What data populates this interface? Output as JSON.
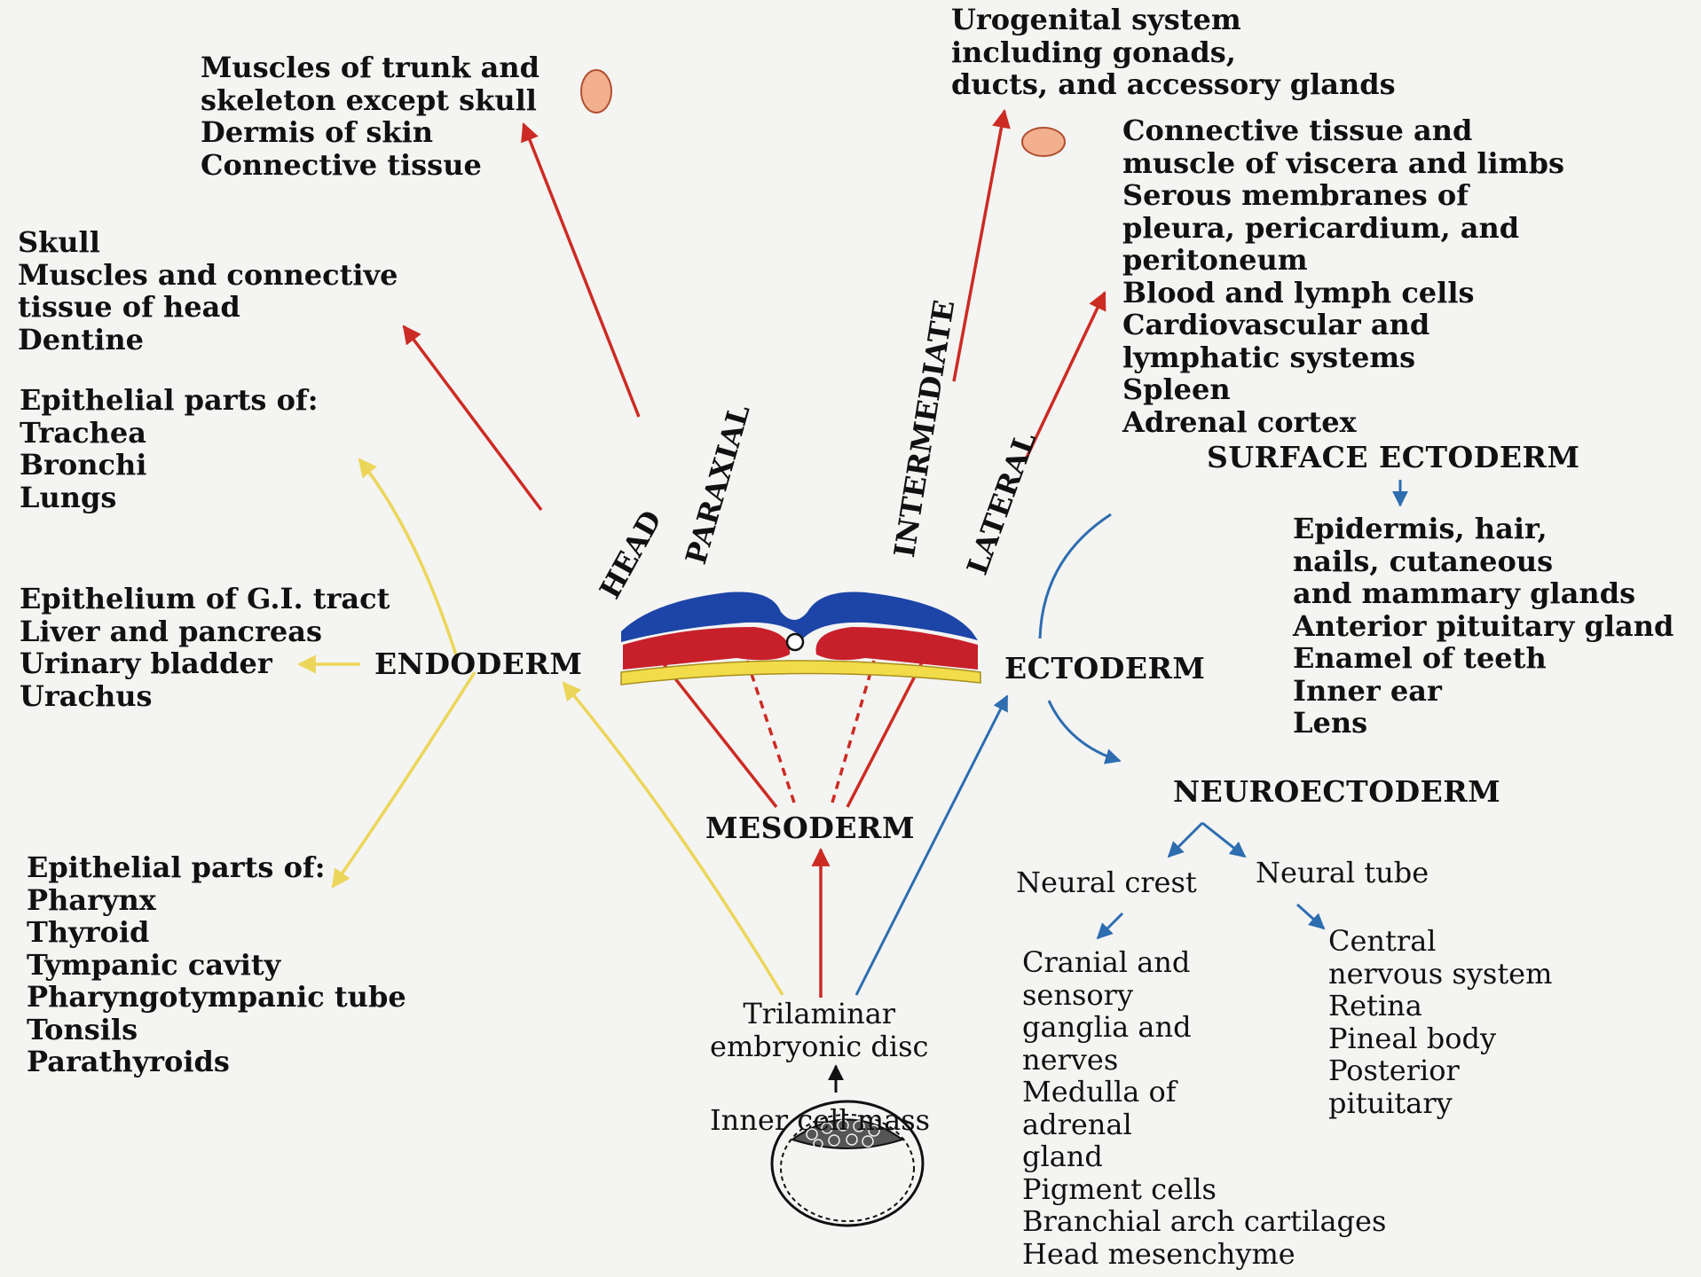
{
  "center": {
    "mesoderm": "MESODERM",
    "endoderm": "ENDODERM",
    "ectoderm": "ECTODERM",
    "trilaminar": [
      "Trilaminar",
      "embryonic disc"
    ],
    "inner_cell_mass": "Inner cell mass"
  },
  "mesoderm_branches": {
    "head": "HEAD",
    "paraxial": "PARAXIAL",
    "intermediate": "INTERMEDIATE",
    "lateral": "LATERAL"
  },
  "mesoderm_derivatives": {
    "head": [
      "Skull",
      "Muscles and connective",
      "tissue of head",
      "Dentine"
    ],
    "paraxial": [
      "Muscles of trunk and",
      "skeleton except skull",
      "Dermis of skin",
      "Connective tissue"
    ],
    "intermediate": [
      "Urogenital system",
      "including gonads,",
      "ducts, and accessory glands"
    ],
    "lateral": [
      "Connective tissue and",
      "muscle of viscera and limbs",
      "Serous membranes of",
      "pleura, pericardium, and",
      "peritoneum",
      "Blood and lymph cells",
      "Cardiovascular and",
      "lymphatic systems",
      "Spleen",
      "Adrenal cortex"
    ]
  },
  "endoderm_derivatives": {
    "respiratory": [
      "Epithelial parts of:",
      "Trachea",
      "Bronchi",
      "Lungs"
    ],
    "gi": [
      "Epithelium of G.I. tract",
      "Liver and pancreas",
      "Urinary bladder",
      "Urachus"
    ],
    "pharyngeal": [
      "Epithelial parts of:",
      "Pharynx",
      "Thyroid",
      "Tympanic cavity",
      "Pharyngotympanic tube",
      "Tonsils",
      "Parathyroids"
    ]
  },
  "ectoderm_derivatives": {
    "surface_ectoderm": "SURFACE ECTODERM",
    "surface": [
      "Epidermis, hair,",
      "nails, cutaneous",
      "and mammary glands",
      "Anterior pituitary gland",
      "Enamel of teeth",
      "Inner ear",
      "Lens"
    ],
    "neuroectoderm": "NEUROECTODERM",
    "neural_crest": "Neural crest",
    "neural_tube": "Neural tube",
    "neural_crest_items": [
      "Cranial and",
      "sensory",
      "ganglia and",
      "nerves",
      "Medulla of",
      "adrenal",
      "gland",
      "Pigment cells",
      "Branchial arch cartilages",
      "Head mesenchyme"
    ],
    "neural_tube_items": [
      "Central",
      "nervous system",
      "Retina",
      "Pineal body",
      "Posterior",
      "pituitary"
    ]
  },
  "colors": {
    "mesoderm_arrow": "#cc2b24",
    "endoderm_arrow": "#ecd65a",
    "ectoderm_arrow": "#2d6db0",
    "disc_ectoderm": "#1d45a8",
    "disc_mesoderm": "#c8202a",
    "disc_endoderm": "#f2dc4a",
    "marker": "#f3b08f"
  }
}
